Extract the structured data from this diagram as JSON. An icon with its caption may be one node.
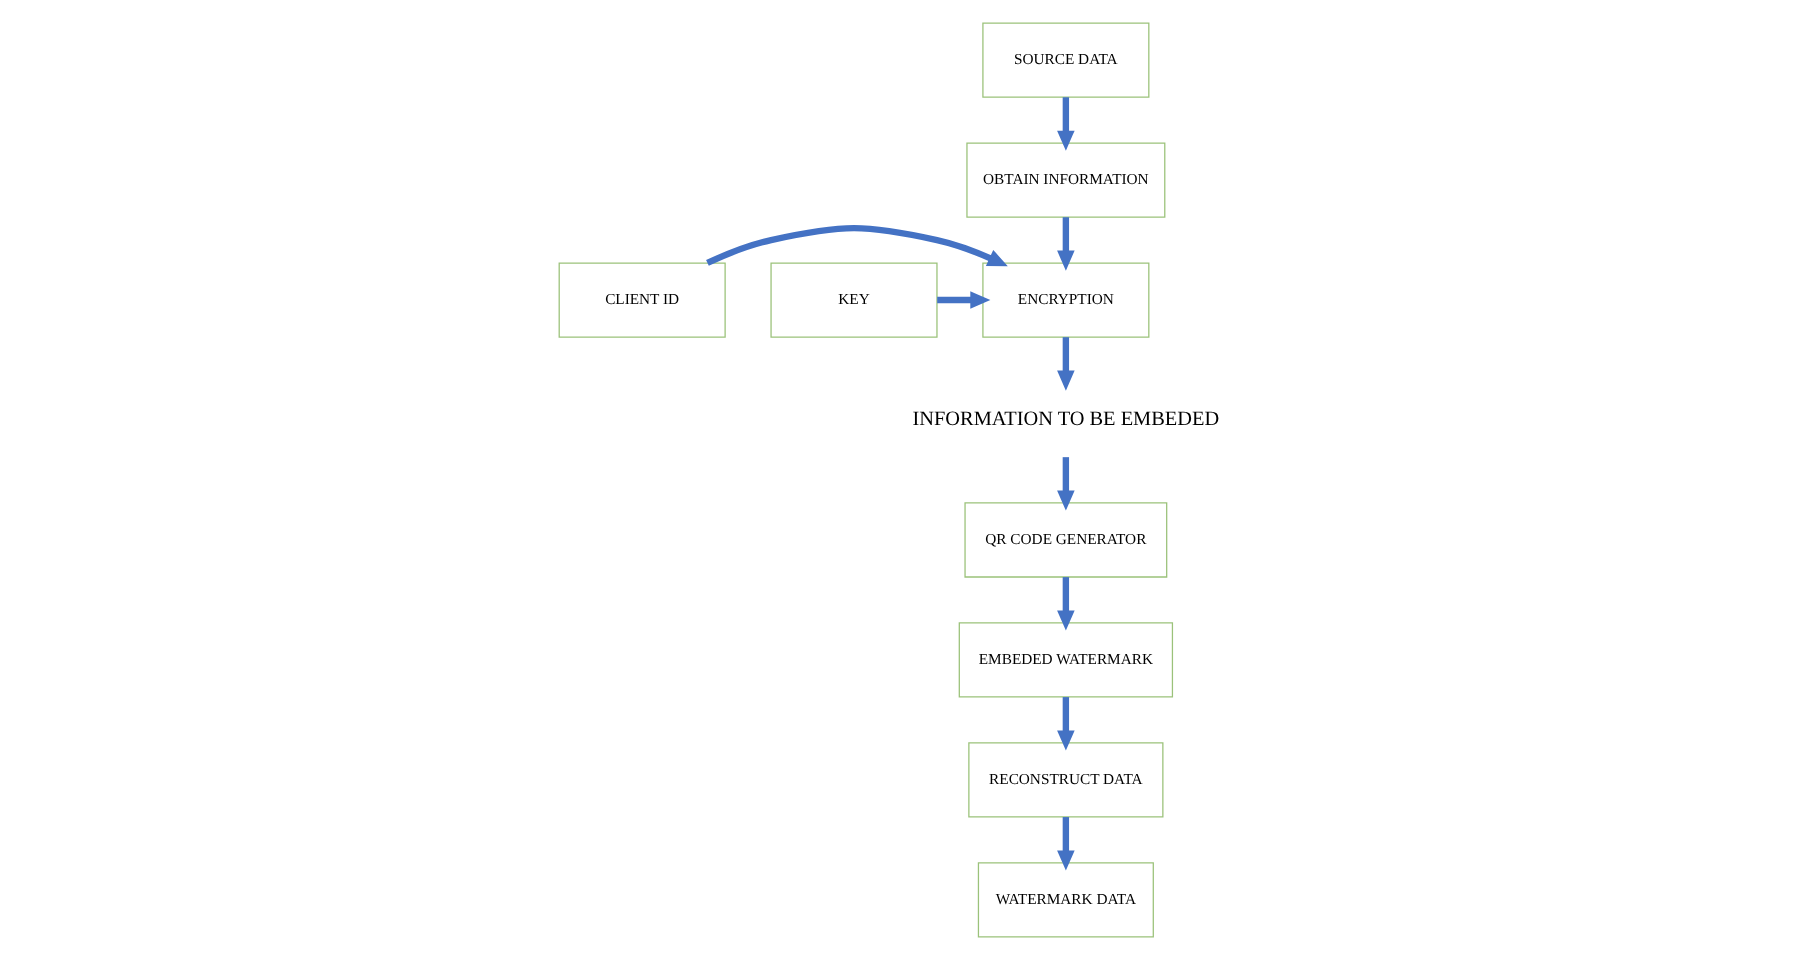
{
  "diagram": {
    "nodes": [
      {
        "text": [
          "SOURCE DATA"
        ]
      },
      {
        "text": [
          "OBTAIN INFORMATION"
        ]
      },
      {
        "text": [
          "CLIENT ID"
        ]
      },
      {
        "text": [
          "KEY"
        ]
      },
      {
        "text": [
          "ENCRYPTION"
        ]
      },
      {
        "text": [
          "INFORMATION TO BE EMBEDED"
        ]
      },
      {
        "text": [
          "QR CODE GENERATOR"
        ]
      },
      {
        "text": [
          "EMBEDED WATERMARK"
        ]
      },
      {
        "text": [
          "RECONSTRUCT DATA"
        ]
      },
      {
        "text": [
          "WATERMARK DATA"
        ]
      }
    ],
    "edges": [
      {
        "from": 0,
        "to": 1,
        "arrow": "to"
      },
      {
        "from": 1,
        "to": 4,
        "arrow": "to"
      },
      {
        "from": 2,
        "to": 4,
        "arrow": "to"
      },
      {
        "from": 3,
        "to": 4,
        "arrow": "to"
      },
      {
        "from": 4,
        "to": 5,
        "arrow": "to"
      },
      {
        "from": 5,
        "to": 6,
        "arrow": "to"
      },
      {
        "from": 6,
        "to": 7,
        "arrow": "to"
      },
      {
        "from": 7,
        "to": 8,
        "arrow": "to"
      },
      {
        "from": 8,
        "to": 9,
        "arrow": "to"
      }
    ]
  }
}
